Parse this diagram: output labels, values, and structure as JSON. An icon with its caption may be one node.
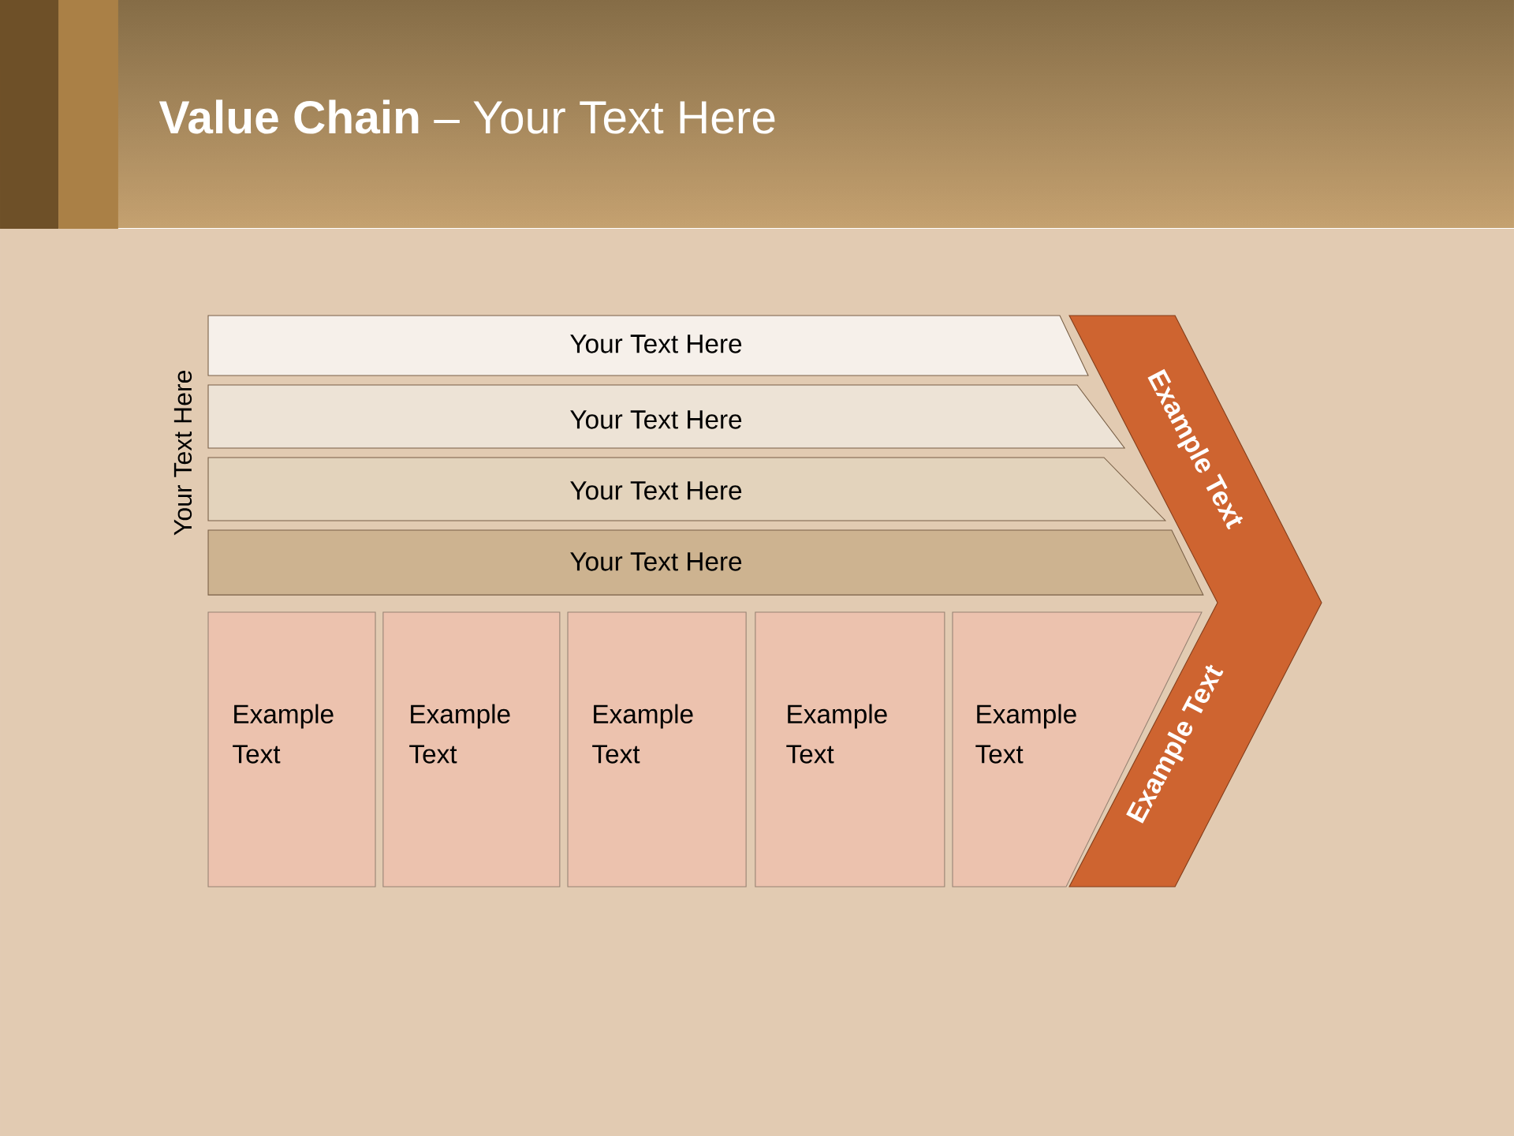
{
  "diagram": {
    "title": "**Value Chain** – Your Text Here",
    "nodes": [
      {
        "text": [
          "Your Text Here"
        ]
      },
      {
        "text": [
          "Your Text Here"
        ]
      },
      {
        "text": [
          "Your Text Here"
        ]
      },
      {
        "text": [
          "Your Text Here"
        ]
      },
      {
        "text": [
          "Example Text"
        ]
      },
      {
        "text": [
          "Example Text"
        ]
      },
      {
        "text": [
          "Example Text"
        ]
      },
      {
        "text": [
          "Example Text"
        ]
      },
      {
        "text": [
          "Example Text"
        ]
      },
      {
        "text": [
          "Example Text",
          "Example Text"
        ]
      }
    ],
    "labels": [
      "Your Text Here"
    ]
  }
}
